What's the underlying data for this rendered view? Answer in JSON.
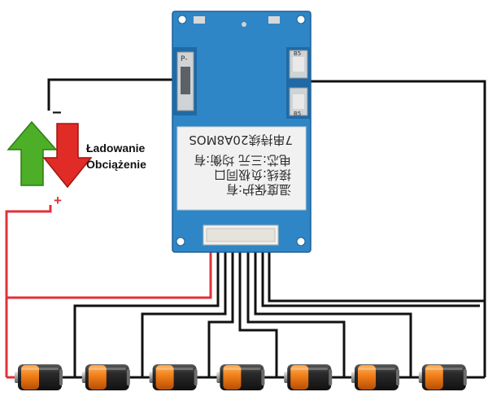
{
  "labels": {
    "charging": "Ładowanie",
    "load": "Obciążenie",
    "minus": "−",
    "plus": "+"
  },
  "board": {
    "model_line": "7串持续20A8MOS",
    "spec_line": "电芯:三元  均衡:有",
    "wire_line": "接线:负极同口",
    "temp_line": "温度保护:有",
    "pad_left": "P-",
    "pad_right_top": "B5",
    "pad_right_bottom": "B5"
  },
  "colors": {
    "board": "#2f86c6",
    "arrow_up": "#4caf27",
    "arrow_down": "#e02b27",
    "wire_positive": "#e0313a",
    "wire": "#111111"
  },
  "cells": {
    "count": 7
  }
}
